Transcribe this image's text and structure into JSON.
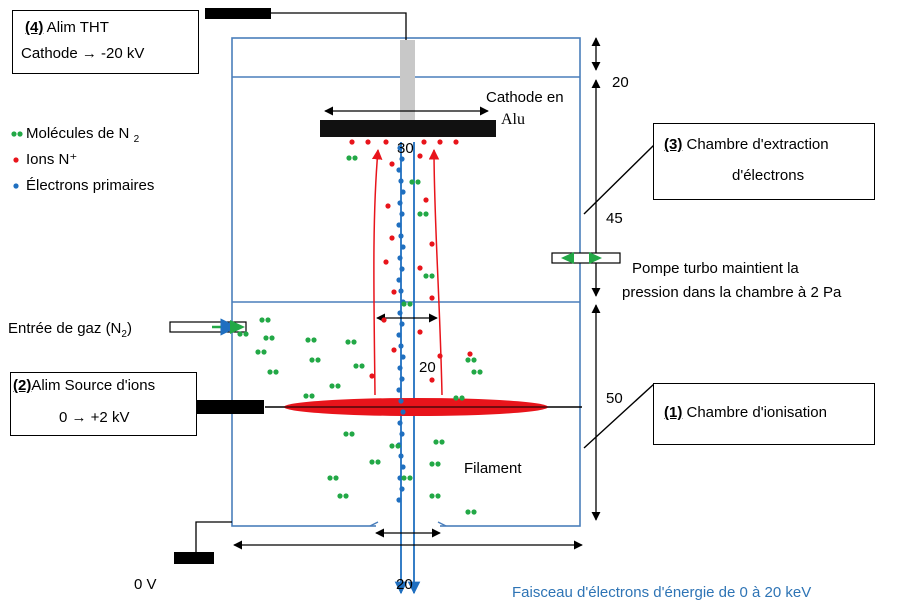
{
  "boxes": {
    "box4": {
      "num": "(4)",
      "line1": " Alim THT",
      "line2": "Cathode → -20 kV"
    },
    "box2": {
      "num": "(2)",
      "line1": "Alim Source d'ions",
      "line2": "0 → +2 kV"
    },
    "box3": {
      "num": "(3)",
      "line1": " Chambre d'extraction",
      "line2": "d'électrons"
    },
    "box1": {
      "num": "(1)",
      "line1": " Chambre d'ionisation"
    }
  },
  "legend": {
    "molecules": "Molécules de N",
    "molecules_sub": "2",
    "ions": "Ions N⁺",
    "electrons": "Électrons primaires"
  },
  "labels": {
    "cathode_line1": "Cathode en",
    "cathode_line2": "Alu",
    "gas_inlet": "Entrée de gaz (N",
    "gas_inlet_sub": "2",
    "gas_inlet_end": ")",
    "pump_line1": "Pompe turbo maintient la",
    "pump_line2": "pression dans la chambre à 2 Pa",
    "filament": "Filament",
    "ground": "0 V",
    "beam": "Faisceau d'électrons d'énergie de 0 à 20 keV"
  },
  "dimensions": {
    "top_gap": "20",
    "extraction_height": "45",
    "ionisation_height": "50",
    "cathode_width": "30",
    "middle_width": "20",
    "bottom_width": "20"
  },
  "colors": {
    "chamber": "#4a7ebb",
    "molecule": "#22a846",
    "ion": "#e8141b",
    "electron": "#1f6fc0",
    "beam_text": "#2e74b5"
  }
}
